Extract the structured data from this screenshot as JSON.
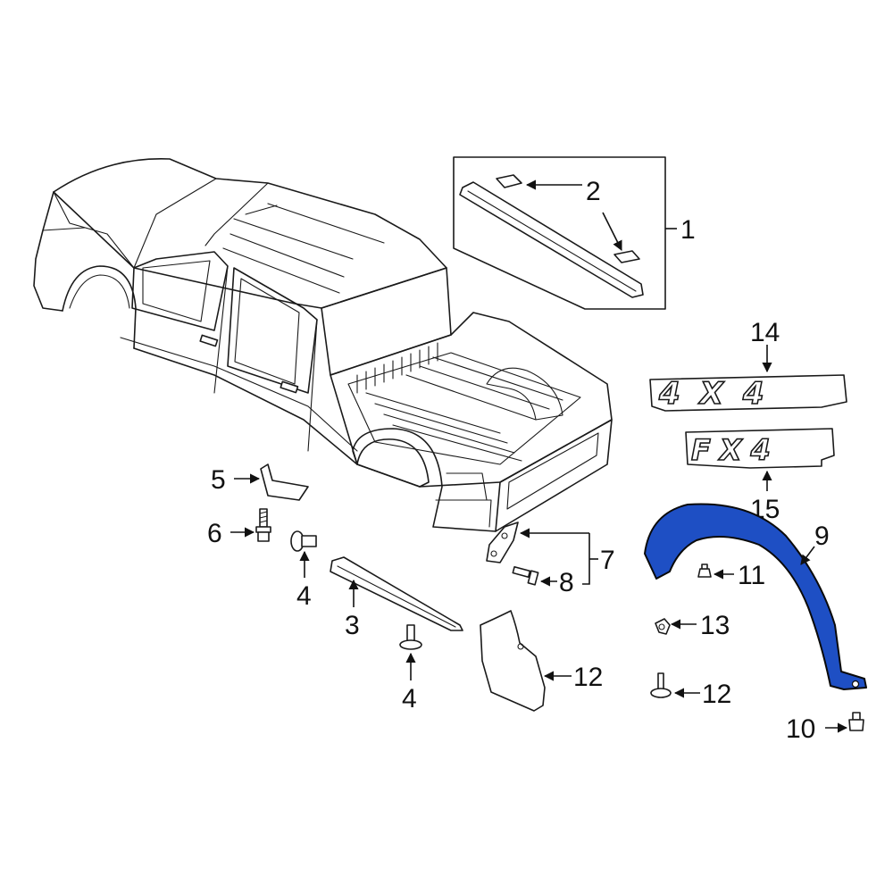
{
  "callouts": {
    "c1": "1",
    "c2": "2",
    "c3": "3",
    "c4a": "4",
    "c4b": "4",
    "c5": "5",
    "c6": "6",
    "c7": "7",
    "c8": "8",
    "c9": "9",
    "c10": "10",
    "c11": "11",
    "c12a": "12",
    "c12b": "12",
    "c13": "13",
    "c14": "14",
    "c15": "15"
  },
  "emblems": {
    "emblem_4x4": "4X4",
    "emblem_fx4": "FX4"
  },
  "colors": {
    "highlight_part": "#1e4fc4",
    "line": "#1a1a1a",
    "background": "#ffffff"
  }
}
